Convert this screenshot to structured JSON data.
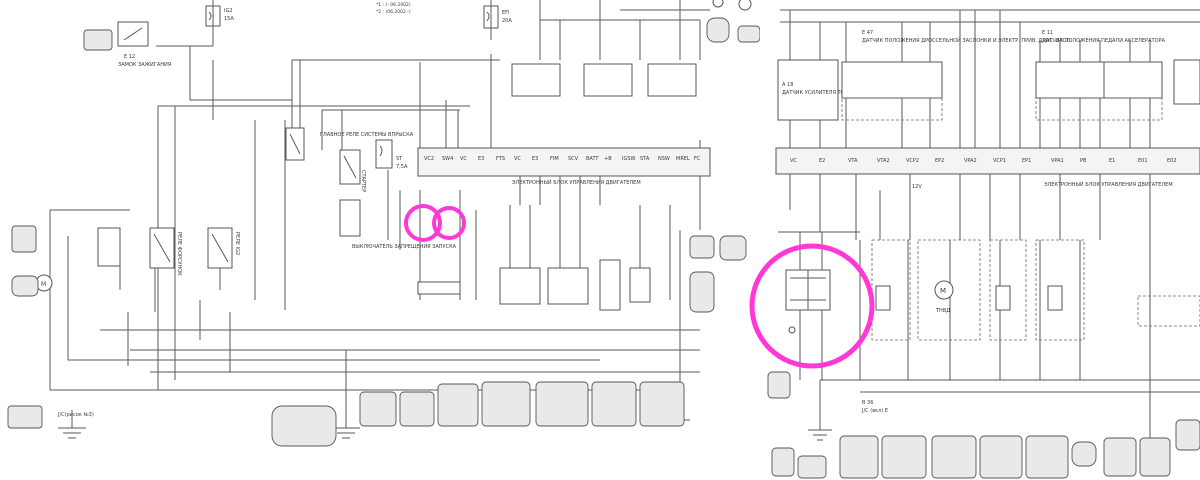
{
  "left": {
    "ignition_switch": {
      "ref": "E 12",
      "label": "ЗАМОК ЗАЖИГАНИЯ"
    },
    "fuse_ig2": {
      "label": "IG2",
      "rating": "15A"
    },
    "fuse_efi": {
      "label": "EFI",
      "rating": "20A"
    },
    "fuse_st": {
      "label": "ST",
      "rating": "7,5A"
    },
    "main_relay": {
      "label": "ГЛАВНОЕ РЕЛЕ СИСТЕМЫ ВПРЫСКА"
    },
    "relay_injectors": {
      "label": "РЕЛЕ ФОРСУНОК"
    },
    "relay_ig2": {
      "label": "РЕЛЕ IG2"
    },
    "starter_relay": {
      "label": "СТАРТЕР"
    },
    "inhibit_switch": {
      "label": "ВЫКЛЮЧАТЕЛЬ ЗАПРЕЩЕНИЯ ЗАПУСКА"
    },
    "ecu_bar": {
      "label": "ЭЛЕКТРОННЫЙ БЛОК УПРАВЛЕНИЯ ДВИГАТЕЛЕМ"
    },
    "bottom_label": {
      "text": "J/C(рисок №3)"
    },
    "note_top": {
      "line1": "*1 : (- 06.2002)",
      "line2": "*2 : (06.2002 -)"
    },
    "small_labels": [
      "VC2",
      "SW4",
      "VC",
      "E3",
      "FTS",
      "VC",
      "E3",
      "FIM",
      "SCV",
      "BATT",
      "+B",
      "IGSW",
      "STA",
      "NSW",
      "MREL",
      "FC"
    ]
  },
  "right": {
    "ecu_bar": {
      "label": "ЭЛЕКТРОННЫЙ БЛОК УПРАВЛЕНИЯ ДВИГАТЕЛЕМ"
    },
    "throttle_sensor": {
      "ref": "E 47",
      "label": "ДАТЧИК ПОЛОЖЕНИЯ ДРОССЕЛЬНОЙ ЗАСЛОНКИ И ЭЛЕКТР. ПРИВ. ДРОС. ЗАСЛ."
    },
    "pedal_sensor": {
      "ref": "E 11",
      "label": "ДАТЧИК ПОЛОЖЕНИЯ ПЕДАЛИ АКСЕЛЕРАТОРА"
    },
    "brake_sensor": {
      "ref": "A 18",
      "label": "ДАТЧИК УСИЛИТЕЛЯ ТОРМОЗОВ"
    },
    "motor_label": "ТНВД",
    "cooling_note": "12V",
    "bottom_ref": "B 36",
    "bottom_label": "J/C (вкл) Е",
    "pin_labels": [
      "VC",
      "E2",
      "VTA",
      "VTA2",
      "VCP2",
      "EP2",
      "VPA2",
      "VCP1",
      "EP1",
      "VPA1",
      "PB",
      "E1",
      "E01",
      "E02"
    ]
  },
  "connectors": {
    "left_count": 9,
    "right_count": 10
  },
  "colors": {
    "highlight": "#ff38d6",
    "line": "#5a5a5a",
    "paper": "#ffffff"
  }
}
